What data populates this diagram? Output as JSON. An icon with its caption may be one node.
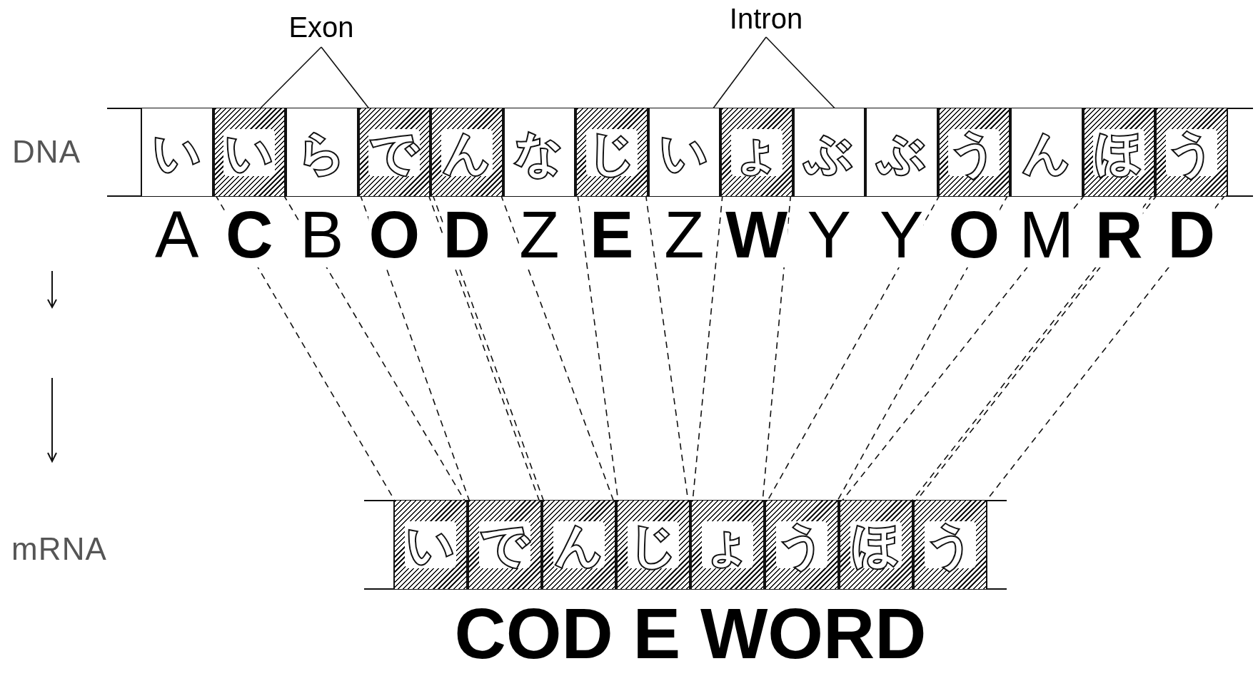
{
  "diagram": {
    "nodes": [
      {
        "text": [
          "Exon"
        ]
      },
      {
        "text": [
          "Intron"
        ]
      },
      {
        "text": [
          "DNA"
        ]
      },
      {
        "text": [
          "い"
        ],
        "beside": [
          "A"
        ]
      },
      {
        "text": [
          "い"
        ],
        "beside": [
          "C"
        ]
      },
      {
        "text": [
          "ら"
        ],
        "beside": [
          "B"
        ]
      },
      {
        "text": [
          "で"
        ],
        "beside": [
          "O"
        ]
      },
      {
        "text": [
          "ん"
        ],
        "beside": [
          "D"
        ]
      },
      {
        "text": [
          "な"
        ],
        "beside": [
          "Z"
        ]
      },
      {
        "text": [
          "じ"
        ],
        "beside": [
          "E"
        ]
      },
      {
        "text": [
          "い"
        ],
        "beside": [
          "Z"
        ]
      },
      {
        "text": [
          "ょ"
        ],
        "beside": [
          "W"
        ]
      },
      {
        "text": [
          "ぶ"
        ],
        "beside": [
          "Y"
        ]
      },
      {
        "text": [
          "ぶ"
        ],
        "beside": [
          "Y"
        ]
      },
      {
        "text": [
          "う"
        ],
        "beside": [
          "O"
        ]
      },
      {
        "text": [
          "ん"
        ],
        "beside": [
          "M"
        ]
      },
      {
        "text": [
          "ほ"
        ],
        "beside": [
          "R"
        ]
      },
      {
        "text": [
          "う"
        ],
        "beside": [
          "D"
        ]
      },
      {
        "text": [
          "mRNA"
        ]
      },
      {
        "text": [
          "い"
        ]
      },
      {
        "text": [
          "で"
        ]
      },
      {
        "text": [
          "ん"
        ]
      },
      {
        "text": [
          "じ"
        ]
      },
      {
        "text": [
          "ょ"
        ]
      },
      {
        "text": [
          "う"
        ]
      },
      {
        "text": [
          "ほ"
        ]
      },
      {
        "text": [
          "う"
        ]
      }
    ],
    "edges": [
      {
        "from": 0,
        "to": 4,
        "arrow": "none"
      },
      {
        "from": 0,
        "to": 6,
        "arrow": "none"
      },
      {
        "from": 1,
        "to": 10,
        "arrow": "none"
      },
      {
        "from": 1,
        "to": 12,
        "arrow": "none"
      },
      {
        "from": 4,
        "to": 19,
        "arrow": "none",
        "style": "dashed"
      },
      {
        "from": 4,
        "to": 19,
        "arrow": "none",
        "style": "dashed"
      },
      {
        "from": 6,
        "to": 20,
        "arrow": "none",
        "style": "dashed"
      },
      {
        "from": 6,
        "to": 20,
        "arrow": "none",
        "style": "dashed"
      },
      {
        "from": 7,
        "to": 21,
        "arrow": "none",
        "style": "dashed"
      },
      {
        "from": 7,
        "to": 21,
        "arrow": "none",
        "style": "dashed"
      },
      {
        "from": 9,
        "to": 22,
        "arrow": "none",
        "style": "dashed"
      },
      {
        "from": 9,
        "to": 22,
        "arrow": "none",
        "style": "dashed"
      },
      {
        "from": 11,
        "to": 23,
        "arrow": "none",
        "style": "dashed"
      },
      {
        "from": 11,
        "to": 23,
        "arrow": "none",
        "style": "dashed"
      },
      {
        "from": 14,
        "to": 24,
        "arrow": "none",
        "style": "dashed"
      },
      {
        "from": 14,
        "to": 24,
        "arrow": "none",
        "style": "dashed"
      },
      {
        "from": 16,
        "to": 25,
        "arrow": "none",
        "style": "dashed"
      },
      {
        "from": 16,
        "to": 25,
        "arrow": "none",
        "style": "dashed"
      },
      {
        "from": 17,
        "to": 26,
        "arrow": "none",
        "style": "dashed"
      },
      {
        "from": 17,
        "to": 26,
        "arrow": "none",
        "style": "dashed"
      }
    ],
    "labels": [
      "COD E WORD"
    ]
  }
}
